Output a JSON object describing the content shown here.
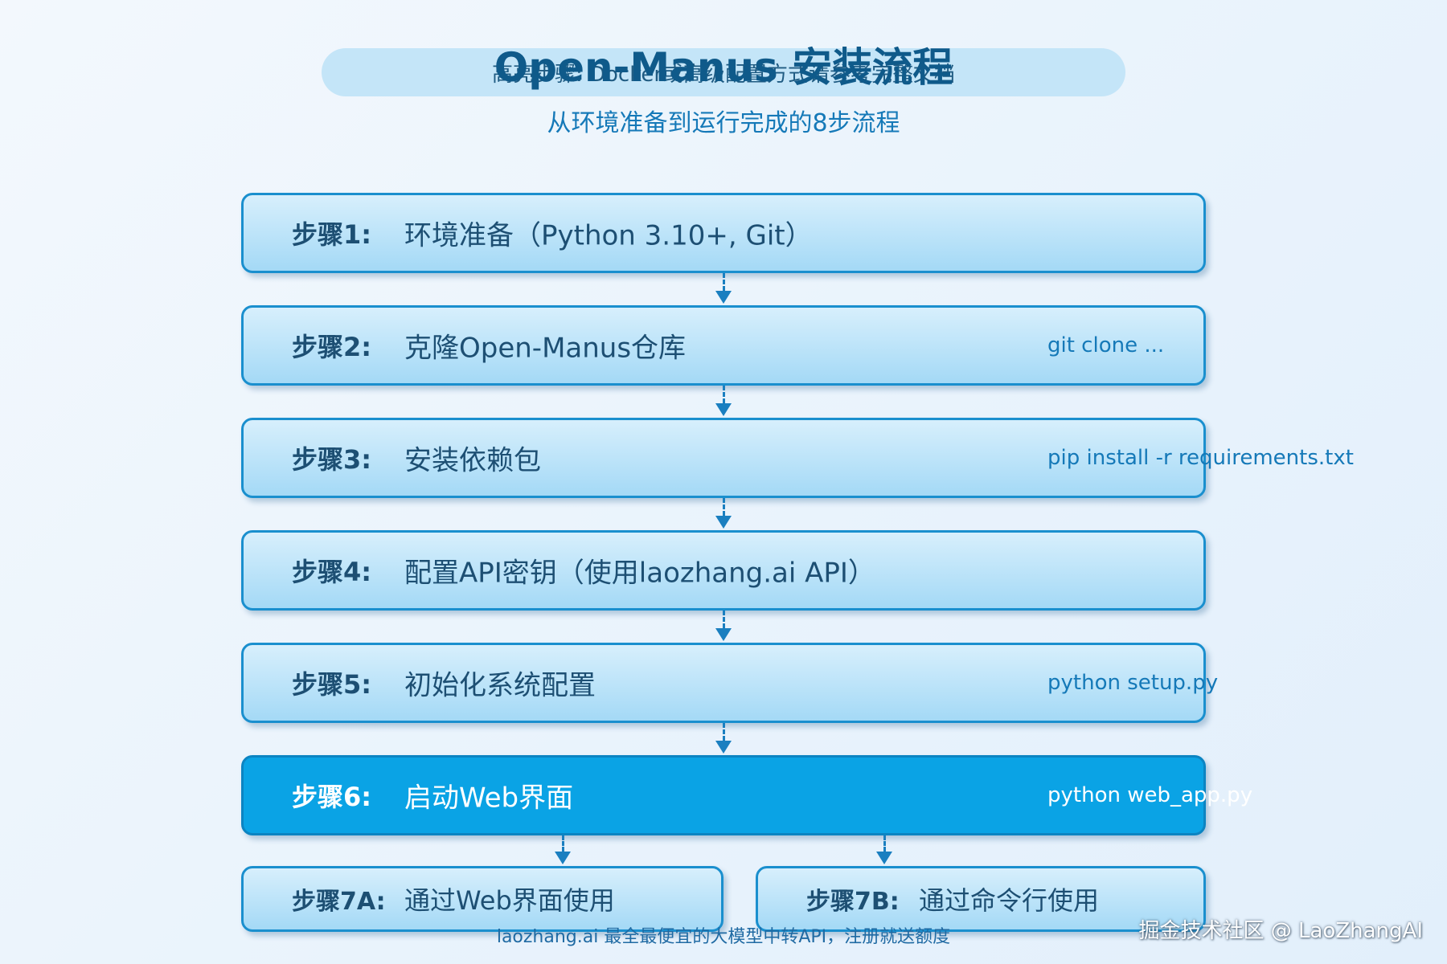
{
  "header": {
    "banner_note": "高亮步骤: Docker或高级配置方式请参考完整文档",
    "title": "Open-Manus 安装流程",
    "subtitle": "从环境准备到运行完成的8步流程"
  },
  "steps": [
    {
      "label": "步骤1:",
      "text": "环境准备（Python 3.10+, Git）",
      "command": ""
    },
    {
      "label": "步骤2:",
      "text": "克隆Open-Manus仓库",
      "command": "git clone ..."
    },
    {
      "label": "步骤3:",
      "text": "安装依赖包",
      "command": "pip install -r requirements.txt"
    },
    {
      "label": "步骤4:",
      "text": "配置API密钥（使用laozhang.ai API）",
      "command": ""
    },
    {
      "label": "步骤5:",
      "text": "初始化系统配置",
      "command": "python setup.py"
    },
    {
      "label": "步骤6:",
      "text": "启动Web界面",
      "command": "python web_app.py",
      "highlighted": true
    }
  ],
  "branches": [
    {
      "label": "步骤7A:",
      "text": "通过Web界面使用"
    },
    {
      "label": "步骤7B:",
      "text": "通过命令行使用"
    }
  ],
  "footer": {
    "note": "laozhang.ai 最全最便宜的大模型中转API，注册就送额度"
  },
  "watermark": "掘金技术社区 @ LaoZhangAI",
  "colors": {
    "box_border": "#1a8fce",
    "box_fill_top": "#d7effc",
    "box_fill_bottom": "#a4d9f6",
    "highlight_fill": "#0aa3e5",
    "text_dark": "#1d4f73",
    "command_text": "#1579b8",
    "title_text": "#0f5a8a",
    "banner_fill": "#c4e5f8"
  }
}
